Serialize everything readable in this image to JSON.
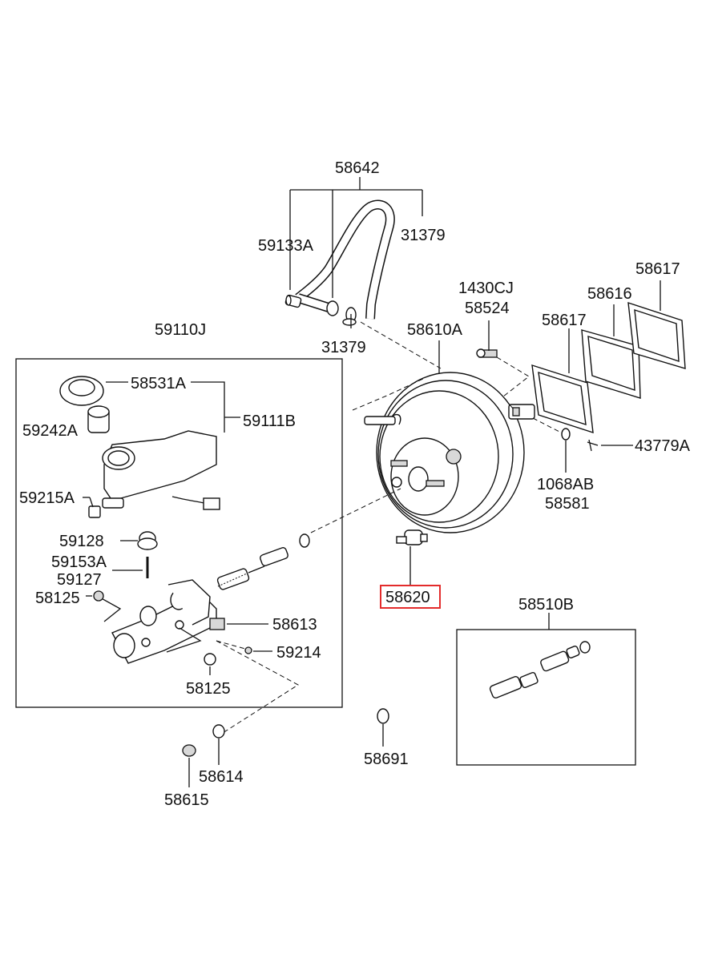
{
  "colors": {
    "line": "#111111",
    "highlight": "#e32b2b",
    "background": "#ffffff"
  },
  "highlighted_part": "58620",
  "labels": {
    "p58642": "58642",
    "p59133A": "59133A",
    "p31379_top": "31379",
    "p31379_bottom": "31379",
    "p1430CJ": "1430CJ",
    "p58524": "58524",
    "p58610A": "58610A",
    "p58617_top": "58617",
    "p58616": "58616",
    "p58617_mid": "58617",
    "p59110J": "59110J",
    "p58531A": "58531A",
    "p59111B": "59111B",
    "p59242A": "59242A",
    "p59215A": "59215A",
    "p59128": "59128",
    "p59153A": "59153A",
    "p59127": "59127",
    "p58125_top": "58125",
    "p58613": "58613",
    "p59214": "59214",
    "p58125_bottom": "58125",
    "p43779A": "43779A",
    "p1068AB": "1068AB",
    "p58581": "58581",
    "p58620": "58620",
    "p58510B": "58510B",
    "p58691": "58691",
    "p58614": "58614",
    "p58615": "58615"
  }
}
